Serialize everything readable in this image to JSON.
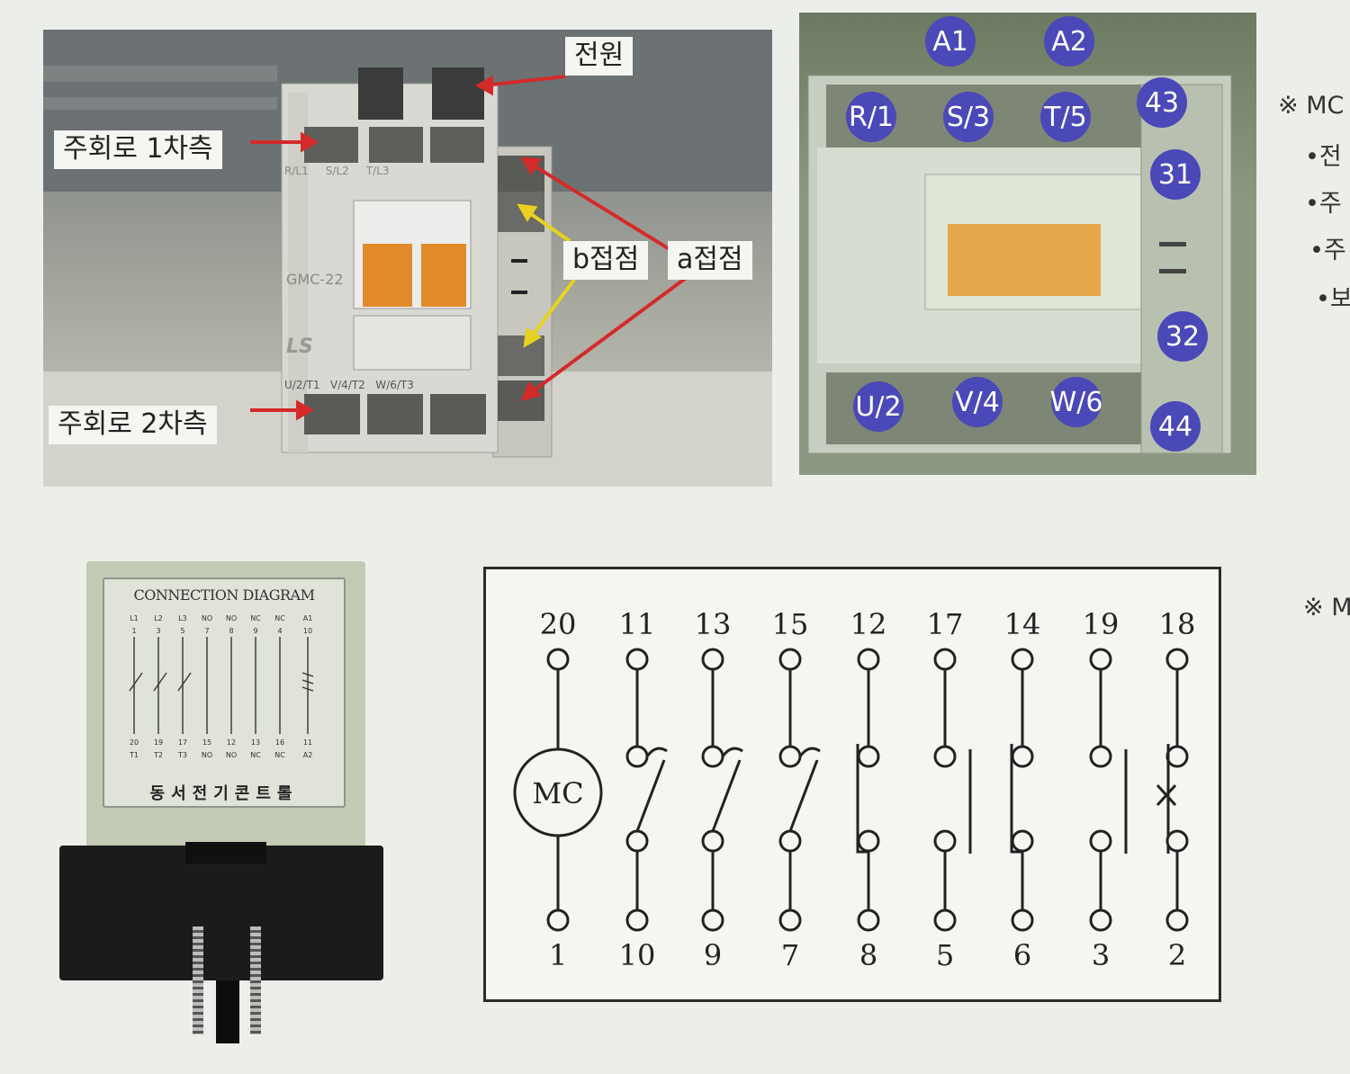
{
  "photo_contactor": {
    "callouts": {
      "power": "전원",
      "main_primary": "주회로 1차측",
      "b_contact": "b접점",
      "a_contact": "a접점",
      "main_secondary": "주회로 2차측"
    },
    "model": "GMC-22",
    "brand": "LS",
    "top_terminal_marks": [
      "R/L1",
      "S/L2",
      "T/L3"
    ],
    "bottom_terminal_marks": [
      "U/2/T1",
      "V/4/T2",
      "W/6/T3"
    ],
    "arrow_colors": {
      "red": "#d42a2a",
      "yellow": "#e8d21f"
    }
  },
  "photo_terminals": {
    "badges": [
      "A1",
      "A2",
      "R/1",
      "S/3",
      "T/5",
      "43",
      "31",
      "32",
      "U/2",
      "V/4",
      "W/6",
      "44"
    ],
    "badge_color": "#4b48b8"
  },
  "relay": {
    "title": "CONNECTION DIAGRAM",
    "top_labels": [
      "L1",
      "L2",
      "L3",
      "NO",
      "NO",
      "NC",
      "NC",
      "A1"
    ],
    "top_pins": [
      "1",
      "3",
      "5",
      "7",
      "8",
      "9",
      "4",
      "10"
    ],
    "bottom_pins": [
      "20",
      "19",
      "17",
      "15",
      "12",
      "13",
      "16",
      "11"
    ],
    "bottom_labels": [
      "T1",
      "T2",
      "T3",
      "NO",
      "NO",
      "NC",
      "NC",
      "A2"
    ],
    "brand": "동서전기콘트롤"
  },
  "side_text": {
    "line1": "※ MC",
    "b1": "•전",
    "b2": "•주",
    "b3": "•주",
    "b4": "•보",
    "lower": "※ M"
  },
  "schematic": {
    "top_numbers": [
      "20",
      "11",
      "13",
      "15",
      "12",
      "17",
      "14",
      "19",
      "18"
    ],
    "bottom_numbers": [
      "1",
      "10",
      "9",
      "7",
      "8",
      "5",
      "6",
      "3",
      "2"
    ],
    "coil_label": "MC"
  }
}
